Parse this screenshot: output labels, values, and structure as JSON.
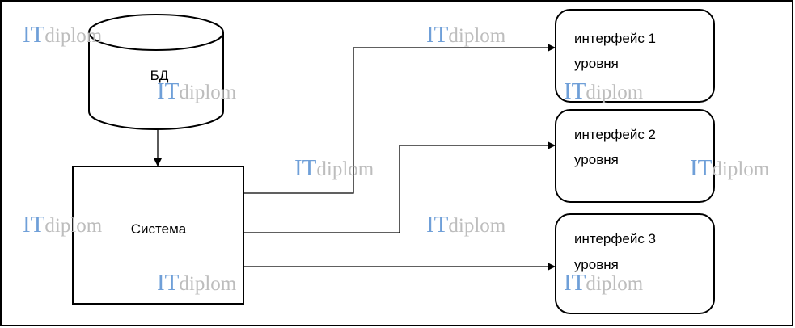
{
  "nodes": {
    "db": {
      "label": "БД"
    },
    "system": {
      "label": "Система"
    },
    "interfaces": [
      {
        "line1": "интерфейс 1",
        "line2": "уровня"
      },
      {
        "line1": "интерфейс 2",
        "line2": "уровня"
      },
      {
        "line1": "интерфейс 3",
        "line2": "уровня"
      }
    ]
  },
  "watermark": {
    "it": "IT",
    "diplom": "diplom"
  }
}
